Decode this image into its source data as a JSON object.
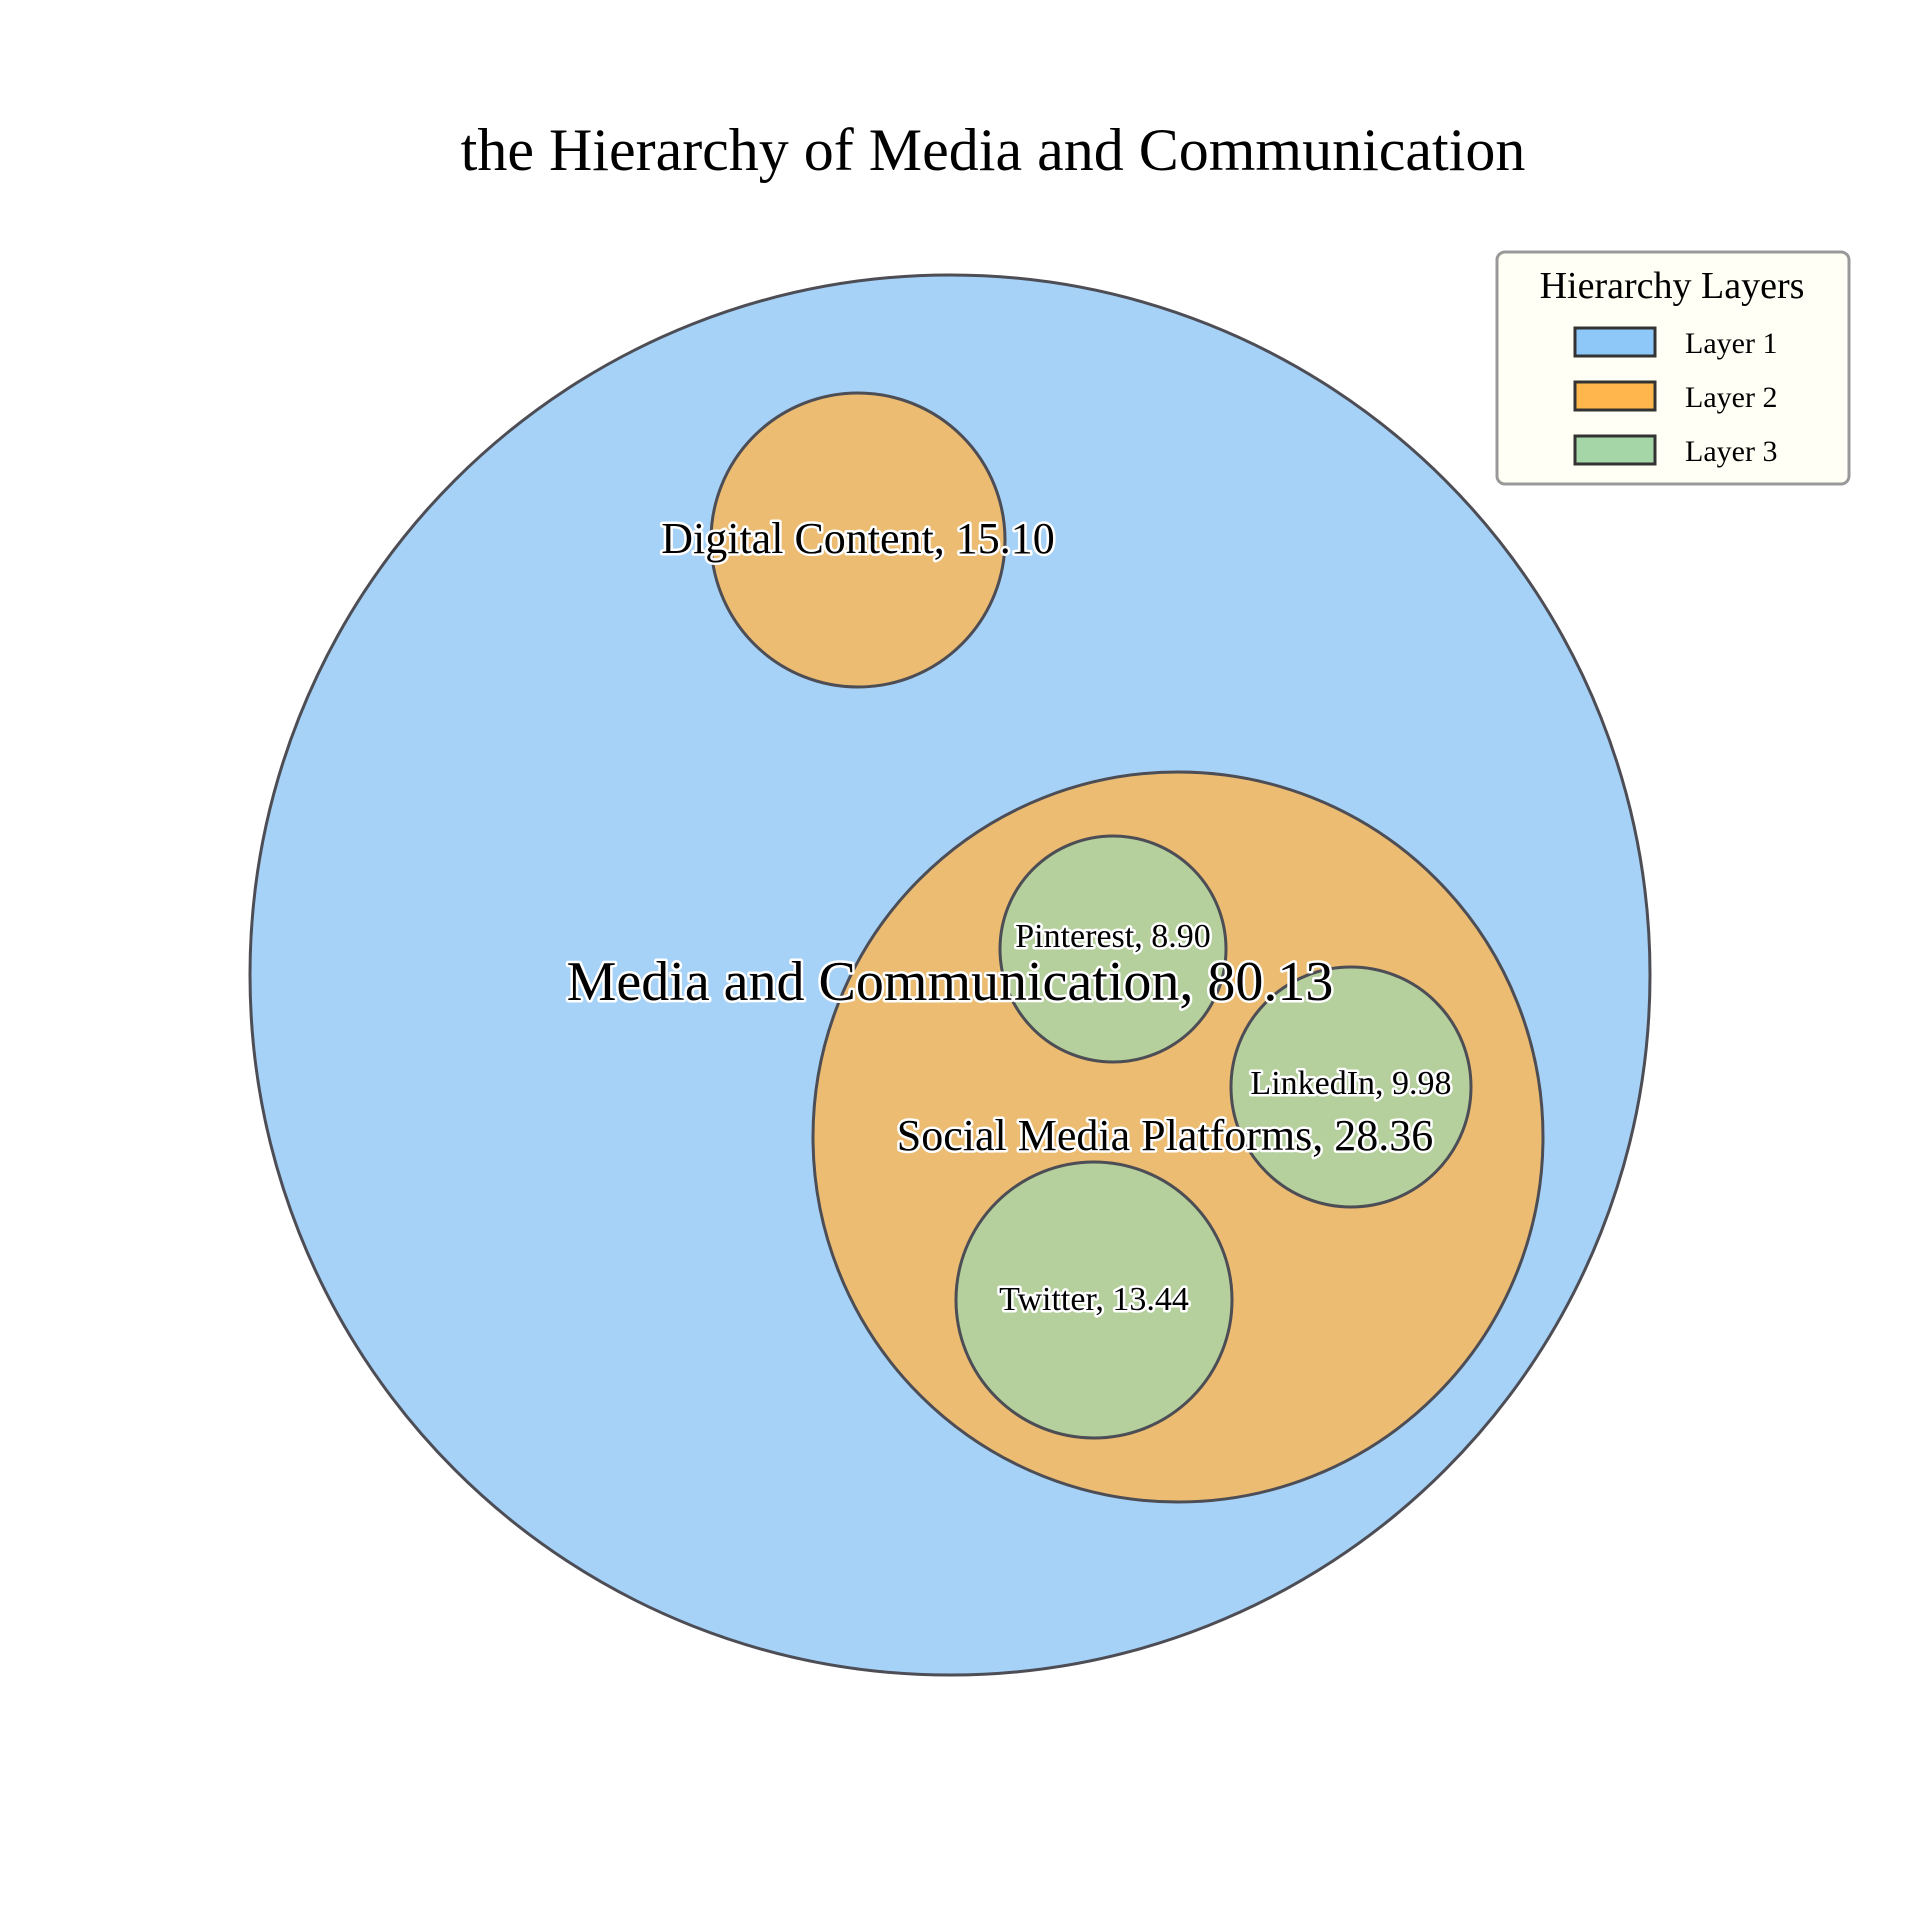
{
  "chart_data": {
    "type": "circle-packing",
    "title": "the Hierarchy of Media and Communication",
    "legend": {
      "title": "Hierarchy Layers",
      "placement": "top-right",
      "items": [
        {
          "label": "Layer 1",
          "color": "#8ec8f8"
        },
        {
          "label": "Layer 2",
          "color": "#ffb74d"
        },
        {
          "label": "Layer 3",
          "color": "#a5d6a7"
        }
      ]
    },
    "layer_fill_colors": {
      "1": "#a6d2f8",
      "2": "#ebbc72",
      "3": "#b5d09c"
    },
    "nodes": [
      {
        "name": "Media and Communication",
        "value": 80.13,
        "layer": 1,
        "label": "Media and Communication, 80.13"
      },
      {
        "name": "Digital Content",
        "value": 15.1,
        "layer": 2,
        "parent": "Media and Communication",
        "label": "Digital Content, 15.10"
      },
      {
        "name": "Social Media Platforms",
        "value": 28.36,
        "layer": 2,
        "parent": "Media and Communication",
        "label": "Social Media Platforms, 28.36"
      },
      {
        "name": "Pinterest",
        "value": 8.9,
        "layer": 3,
        "parent": "Social Media Platforms",
        "label": "Pinterest, 8.90"
      },
      {
        "name": "LinkedIn",
        "value": 9.98,
        "layer": 3,
        "parent": "Social Media Platforms",
        "label": "LinkedIn, 9.98"
      },
      {
        "name": "Twitter",
        "value": 13.44,
        "layer": 3,
        "parent": "Social Media Platforms",
        "label": "Twitter, 13.44"
      }
    ]
  }
}
